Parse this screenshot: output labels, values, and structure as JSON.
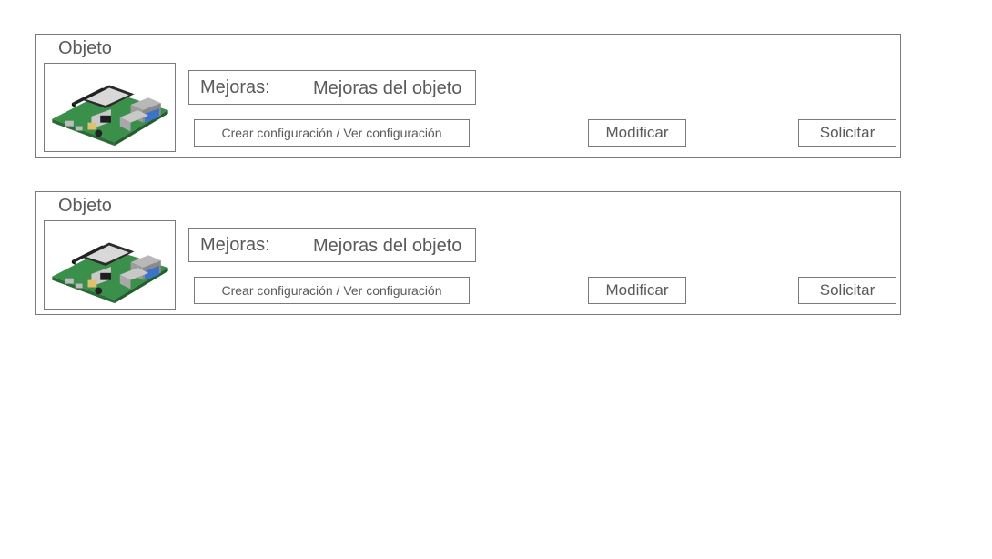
{
  "items": [
    {
      "title": "Objeto",
      "image_icon": "raspberry-pi-board-icon",
      "improvements_label": "Mejoras:",
      "improvements_value": "Mejoras del objeto",
      "config_button": "Crear configuración / Ver configuración",
      "modify_button": "Modificar",
      "request_button": "Solicitar"
    },
    {
      "title": "Objeto",
      "image_icon": "raspberry-pi-board-icon",
      "improvements_label": "Mejoras:",
      "improvements_value": "Mejoras del objeto",
      "config_button": "Crear configuración / Ver configuración",
      "modify_button": "Modificar",
      "request_button": "Solicitar"
    }
  ],
  "colors": {
    "border": "#7a7a7a",
    "text": "#5a5a5a",
    "board_green": "#3a8f4a"
  }
}
